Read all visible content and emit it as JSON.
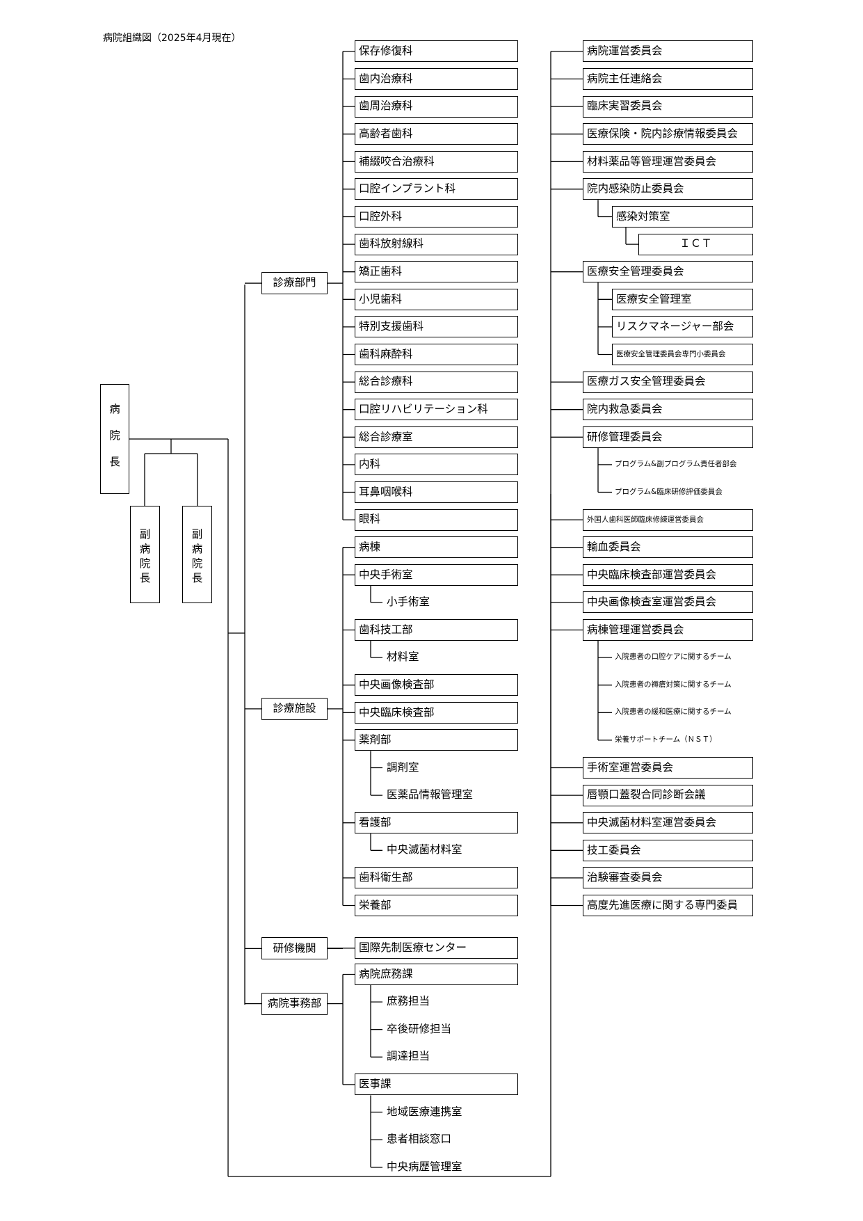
{
  "title": "病院組織図（2025年4月現在）",
  "director": {
    "label": "病院長",
    "chars": [
      "病",
      "院",
      "長"
    ]
  },
  "vice_directors": [
    {
      "label": "副病院長",
      "chars": [
        "副",
        "病",
        "院",
        "長"
      ]
    },
    {
      "label": "副病院長",
      "chars": [
        "副",
        "病",
        "院",
        "長"
      ]
    }
  ],
  "divisions": [
    {
      "label": "診療部門",
      "items": [
        {
          "label": "保存修復科"
        },
        {
          "label": "歯内治療科"
        },
        {
          "label": "歯周治療科"
        },
        {
          "label": "高齢者歯科"
        },
        {
          "label": "補綴咬合治療科"
        },
        {
          "label": "口腔インプラント科"
        },
        {
          "label": "口腔外科"
        },
        {
          "label": "歯科放射線科"
        },
        {
          "label": "矯正歯科"
        },
        {
          "label": "小児歯科"
        },
        {
          "label": "特別支援歯科"
        },
        {
          "label": "歯科麻酔科"
        },
        {
          "label": "総合診療科"
        },
        {
          "label": "口腔リハビリテーション科"
        },
        {
          "label": "総合診療室"
        },
        {
          "label": "内科"
        },
        {
          "label": "耳鼻咽喉科"
        },
        {
          "label": "眼科"
        }
      ]
    },
    {
      "label": "診療施設",
      "items": [
        {
          "label": "病棟"
        },
        {
          "label": "中央手術室",
          "subs": [
            "小手術室"
          ]
        },
        {
          "label": "歯科技工部",
          "subs": [
            "材料室"
          ]
        },
        {
          "label": "中央画像検査部"
        },
        {
          "label": "中央臨床検査部"
        },
        {
          "label": "薬剤部",
          "subs": [
            "調剤室",
            "医薬品情報管理室"
          ]
        },
        {
          "label": "看護部",
          "subs": [
            "中央滅菌材料室"
          ]
        },
        {
          "label": "歯科衛生部"
        },
        {
          "label": "栄養部"
        }
      ]
    },
    {
      "label": "研修機関",
      "items": [
        {
          "label": "国際先制医療センター"
        }
      ]
    },
    {
      "label": "病院事務部",
      "items": [
        {
          "label": "病院庶務課",
          "subs": [
            "庶務担当",
            "卒後研修担当",
            "調達担当"
          ]
        },
        {
          "label": "医事課",
          "subs": [
            "地域医療連携室",
            "患者相談窓口",
            "中央病歴管理室"
          ]
        }
      ]
    }
  ],
  "committees": [
    {
      "label": "病院運営委員会"
    },
    {
      "label": "病院主任連絡会"
    },
    {
      "label": "臨床実習委員会"
    },
    {
      "label": "医療保険・院内診療情報委員会"
    },
    {
      "label": "材料薬品等管理運営委員会"
    },
    {
      "label": "院内感染防止委員会",
      "sub_box": "感染対策室",
      "sub_sub_box": "ＩＣＴ"
    },
    {
      "label": "医療安全管理委員会",
      "sub_boxes": [
        "医療安全管理室",
        "リスクマネージャー部会",
        "医療安全管理委員会専門小委員会"
      ]
    },
    {
      "label": "医療ガス安全管理委員会"
    },
    {
      "label": "院内救急委員会"
    },
    {
      "label": "研修管理委員会",
      "subs": [
        "プログラム&副プログラム責任者部会",
        "プログラム&臨床研修評価委員会"
      ]
    },
    {
      "label": "外国人歯科医師臨床修練運営委員会"
    },
    {
      "label": "輸血委員会"
    },
    {
      "label": "中央臨床検査部運営委員会"
    },
    {
      "label": "中央画像検査室運営委員会"
    },
    {
      "label": "病棟管理運営委員会",
      "subs": [
        "入院患者の口腔ケアに関するチーム",
        "入院患者の褥瘡対策に関するチーム",
        "入院患者の緩和医療に関するチーム",
        "栄養サポートチーム（ＮＳＴ）"
      ]
    },
    {
      "label": "手術室運営委員会"
    },
    {
      "label": "唇顎口蓋裂合同診断会議"
    },
    {
      "label": "中央滅菌材料室運営委員会"
    },
    {
      "label": "技工委員会"
    },
    {
      "label": "治験審査委員会"
    },
    {
      "label": "高度先進医療に関する専門委員"
    }
  ]
}
